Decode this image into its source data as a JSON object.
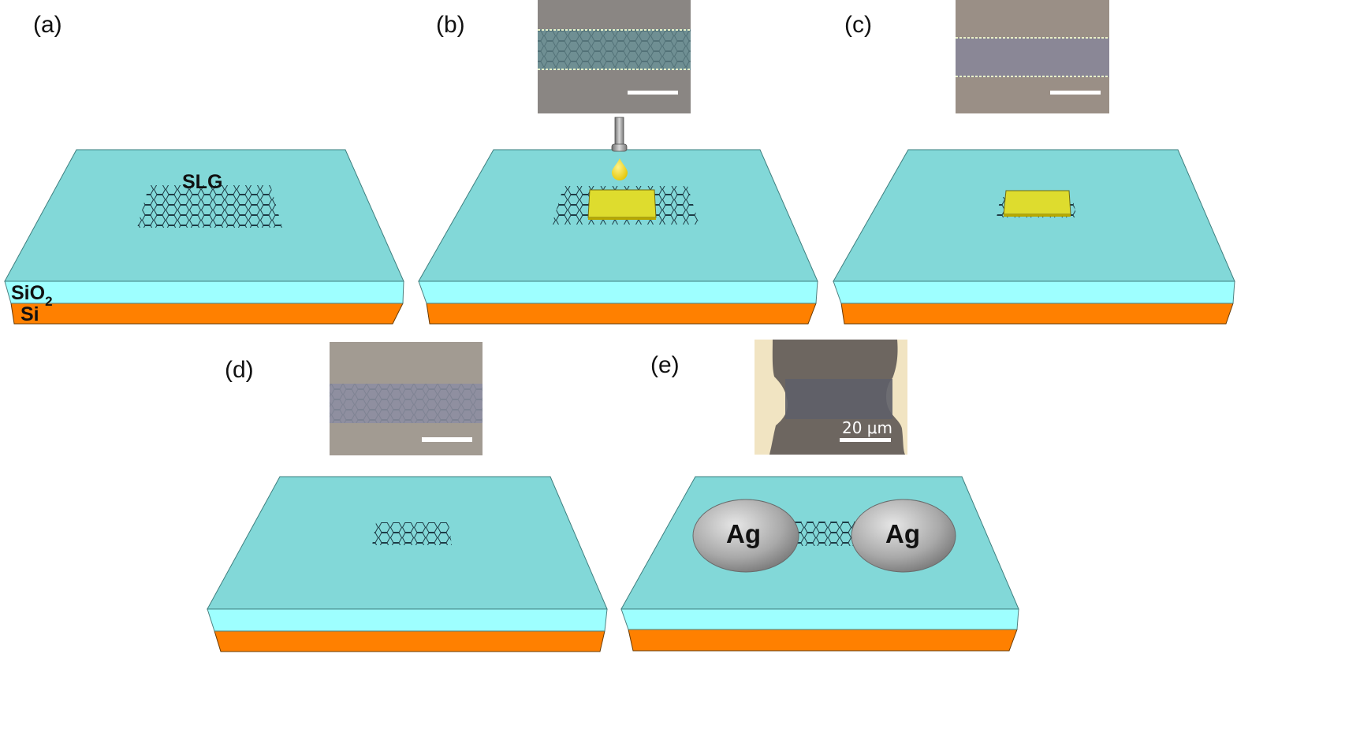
{
  "colors": {
    "substrate_top": "#82d8d8",
    "oxide_layer": "#9effff",
    "silicon_layer": "#ff8000",
    "resist_pad": "#dedc2e",
    "graphene_mesh": "#1e3c46",
    "silver_blob": "#9a9a9a",
    "micrograph_background": "#8a8683",
    "scale_bar": "#ffffff"
  },
  "panels": [
    {
      "label": "(a)",
      "graphene_label": "SLG",
      "oxide_label": "SiO",
      "oxide_subscript": "2",
      "silicon_label": "Si",
      "has_resist": false,
      "has_micrograph": false,
      "has_dispenser": false
    },
    {
      "label": "(b)",
      "has_resist": true,
      "has_micrograph": true,
      "has_dispenser": true,
      "micrograph_style": "mesh-strip"
    },
    {
      "label": "(c)",
      "has_resist": true,
      "has_micrograph": true,
      "has_dispenser": false,
      "micrograph_style": "etched-strip"
    },
    {
      "label": "(d)",
      "has_resist": false,
      "has_micrograph": true,
      "has_dispenser": false,
      "micrograph_style": "ribbon"
    },
    {
      "label": "(e)",
      "has_resist": false,
      "has_micrograph": true,
      "has_dispenser": false,
      "micrograph_style": "contacted-ribbon",
      "contact_labels": [
        "Ag",
        "Ag"
      ],
      "scale_bar_label": "20 μm"
    }
  ],
  "icons": [
    "dispenser-needle-icon",
    "droplet-icon"
  ]
}
